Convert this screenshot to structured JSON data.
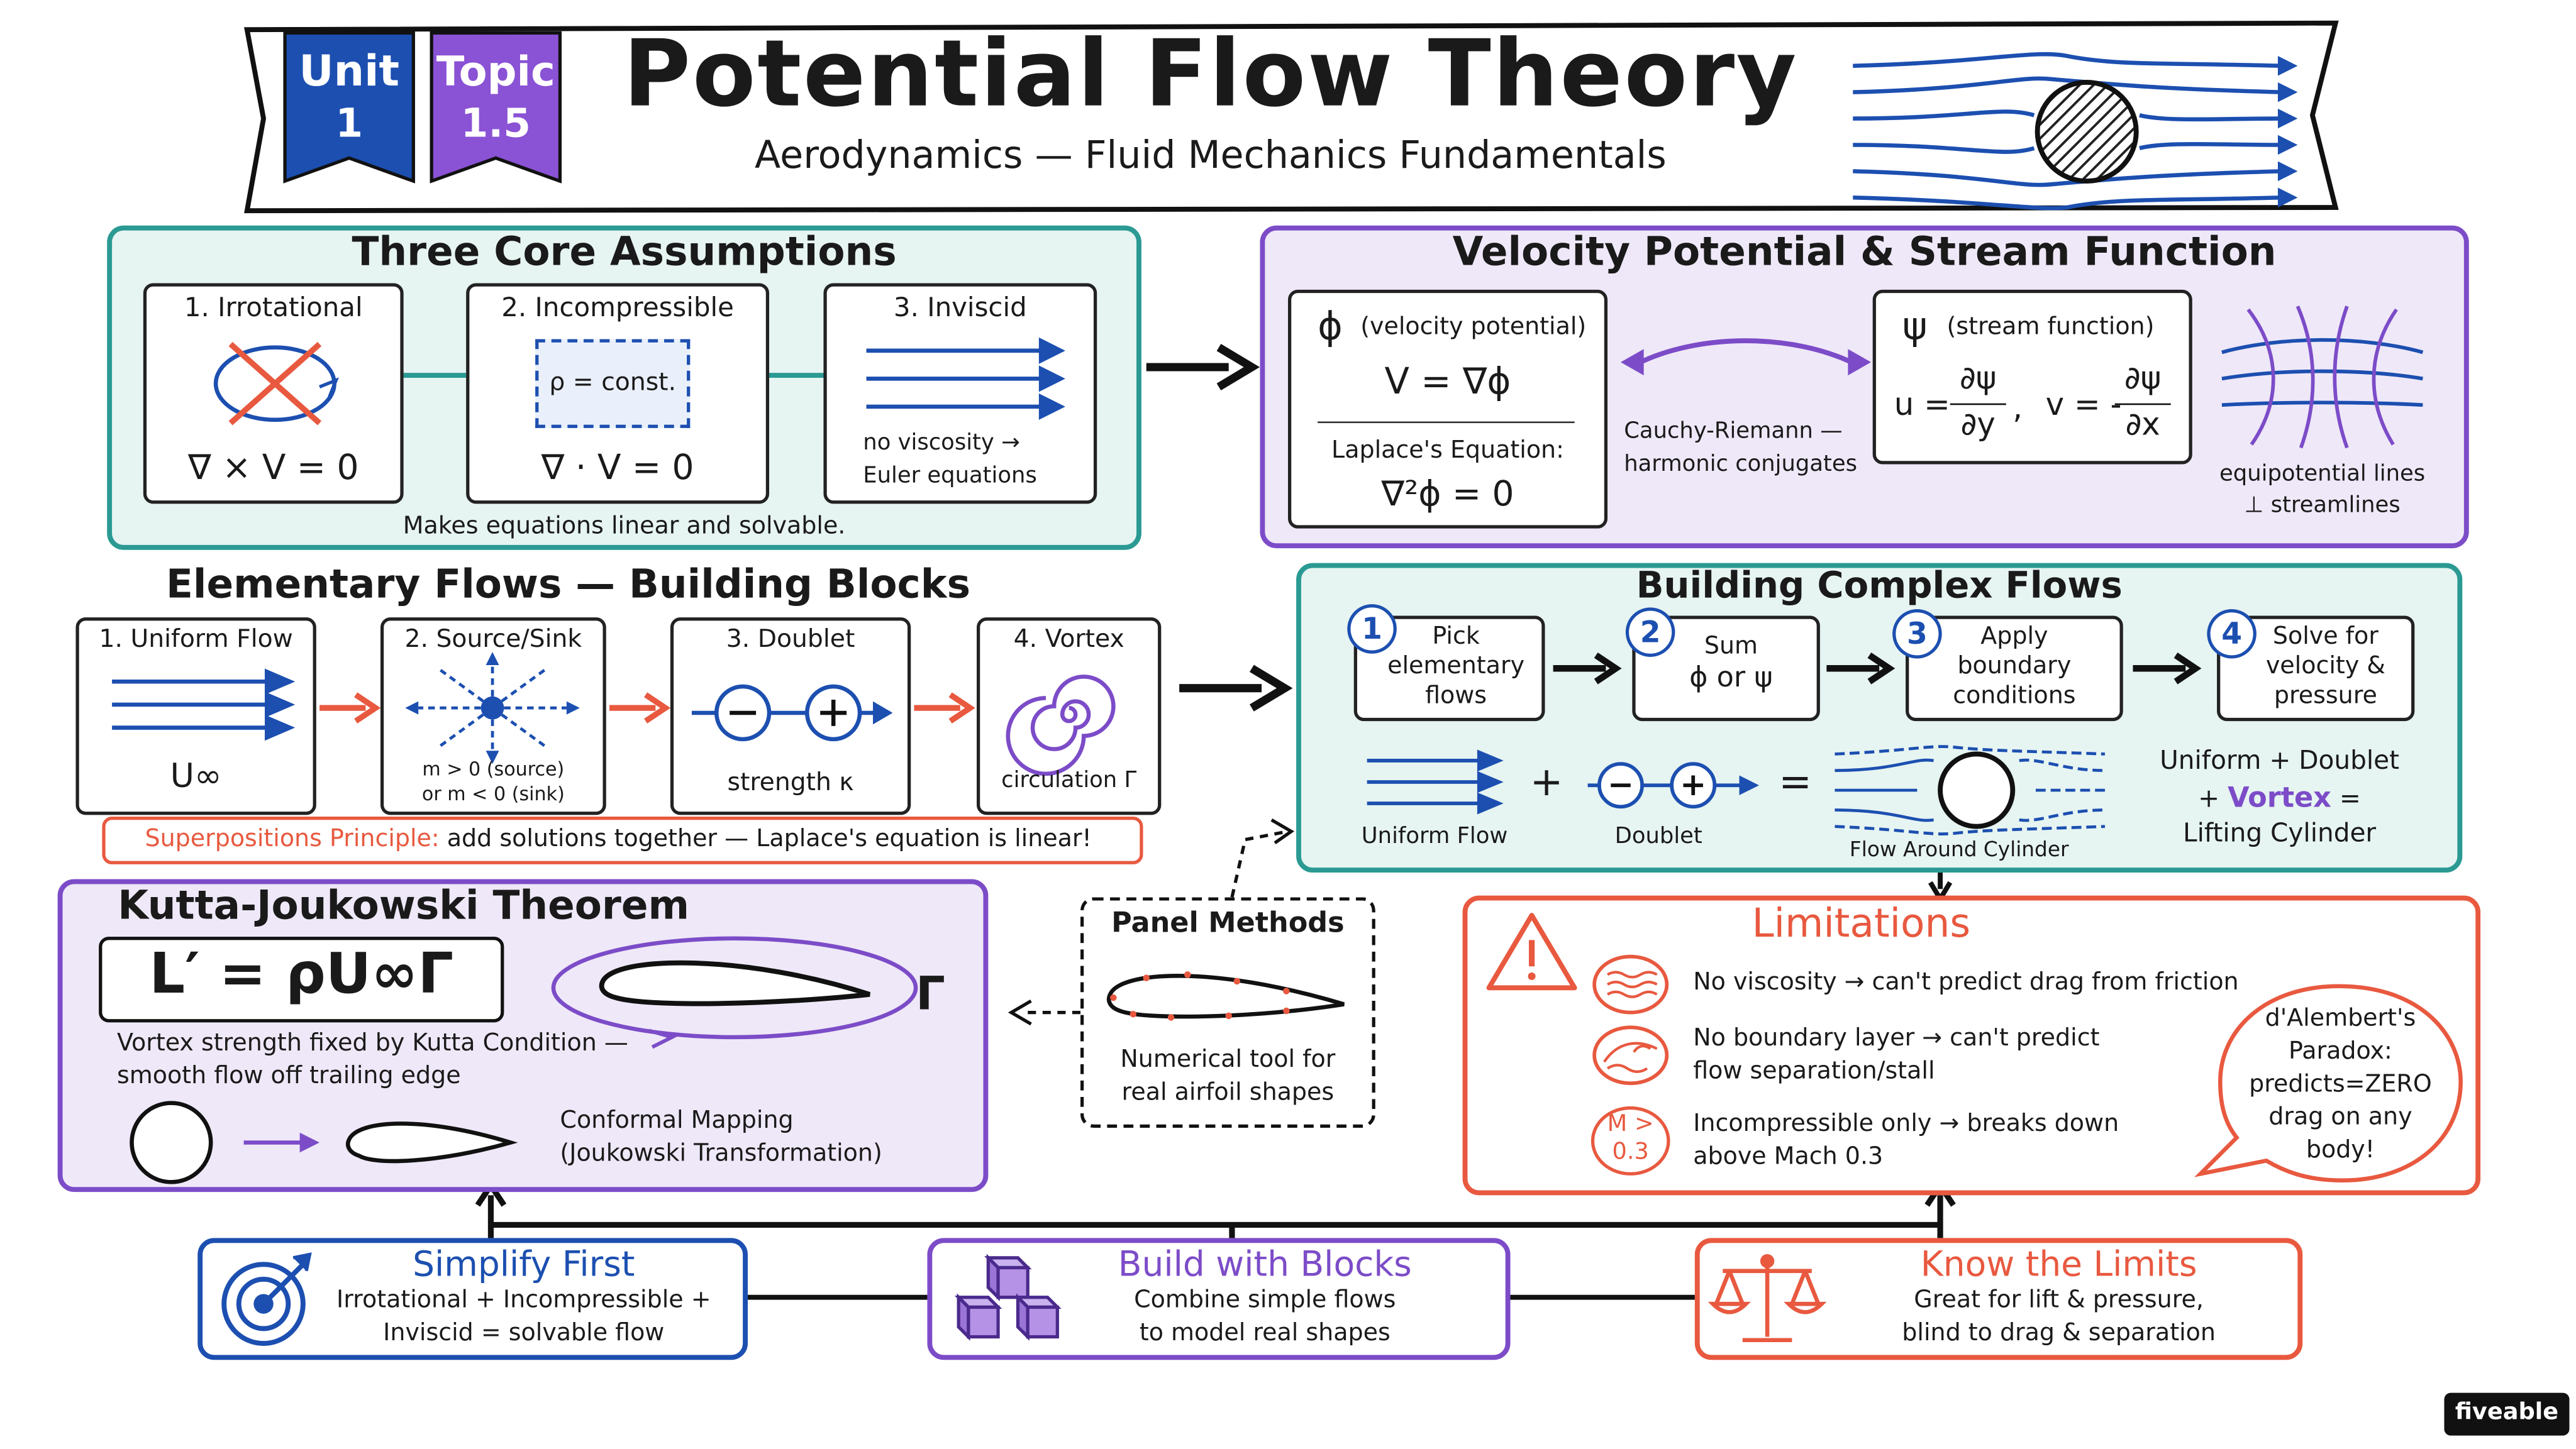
{
  "header": {
    "badge_unit": "Unit",
    "badge_unit_num": "1",
    "badge_topic": "Topic",
    "badge_topic_num": "1.5",
    "title": "Potential Flow Theory",
    "subtitle": "Aerodynamics — Fluid Mechanics Fundamentals"
  },
  "assumptions": {
    "title": "Three Core Assumptions",
    "items": [
      {
        "label": "1. Irrotational",
        "eq": "∇ × V = 0"
      },
      {
        "label": "2. Incompressible",
        "inner": "ρ = const.",
        "eq": "∇ · V = 0"
      },
      {
        "label": "3. Inviscid",
        "line1": "no viscosity →",
        "line2": "Euler equations"
      }
    ],
    "footer": "Makes equations linear and solvable."
  },
  "potential": {
    "title": "Velocity Potential & Stream Function",
    "phi_label": "(velocity potential)",
    "phi_sym": "ϕ",
    "phi_eq": "V = ∇ϕ",
    "laplace_label": "Laplace's Equation:",
    "laplace_eq": "∇²ϕ = 0",
    "cr_line1": "Cauchy-Riemann —",
    "cr_line2": "harmonic conjugates",
    "psi_sym": "ψ",
    "psi_label": "(stream function)",
    "u_eq": "u =",
    "v_eq": "v = -",
    "dpsi": "∂ψ",
    "dy": "∂y",
    "dx": "∂x",
    "comma": ",",
    "lines_line1": "equipotential lines",
    "lines_line2": "⊥ streamlines"
  },
  "elementary": {
    "title": "Elementary Flows — Building Blocks",
    "items": [
      {
        "label": "1. Uniform Flow",
        "caption": "U∞"
      },
      {
        "label": "2. Source/Sink",
        "caption1": "m > 0 (source)",
        "caption2": "or m < 0 (sink)"
      },
      {
        "label": "3. Doublet",
        "caption": "strength κ"
      },
      {
        "label": "4. Vortex",
        "caption": "circulation Γ"
      }
    ],
    "superposition_head": "Superpositions Principle:",
    "superposition_body": "add solutions together — Laplace's equation is linear!"
  },
  "complex": {
    "title": "Building Complex Flows",
    "steps": [
      {
        "num": "1",
        "l1": "Pick",
        "l2": "elementary",
        "l3": "flows"
      },
      {
        "num": "2",
        "l1": "Sum",
        "l2": "ϕ or ψ"
      },
      {
        "num": "3",
        "l1": "Apply",
        "l2": "boundary",
        "l3": "conditions"
      },
      {
        "num": "4",
        "l1": "Solve for",
        "l2": "velocity &",
        "l3": "pressure"
      }
    ],
    "plus": "+",
    "equals": "=",
    "cap_uniform": "Uniform Flow",
    "cap_doublet": "Doublet",
    "cap_cylinder": "Flow Around Cylinder",
    "result_l1": "Uniform + Doublet",
    "result_l2a": "+",
    "result_vortex": "Vortex",
    "result_l2b": "=",
    "result_l3": "Lifting Cylinder"
  },
  "kutta": {
    "title": "Kutta-Joukowski Theorem",
    "eq": "L′ = ρU∞Γ",
    "gamma": "Γ",
    "desc1": "Vortex strength fixed by Kutta Condition —",
    "desc2": "smooth flow off trailing edge",
    "map1": "Conformal Mapping",
    "map2": "(Joukowski Transformation)"
  },
  "panel": {
    "title": "Panel Methods",
    "l1": "Numerical tool for",
    "l2": "real airfoil shapes"
  },
  "limitations": {
    "title": "Limitations",
    "items": [
      {
        "l1": "No viscosity → can't predict drag from friction"
      },
      {
        "l1": "No boundary layer → can't predict",
        "l2": "flow separation/stall"
      },
      {
        "l1": "Incompressible only → breaks down",
        "l2": "above Mach 0.3"
      }
    ],
    "mach_l1": "M >",
    "mach_l2": "0.3",
    "paradox": [
      "d'Alembert's",
      "Paradox:",
      "predicts=ZERO",
      "drag on any",
      "body!"
    ]
  },
  "takeaways": [
    {
      "title": "Simplify First",
      "l1": "Irrotational + Incompressible +",
      "l2": "Inviscid = solvable flow"
    },
    {
      "title": "Build with Blocks",
      "l1": "Combine simple flows",
      "l2": "to model real shapes"
    },
    {
      "title": "Know the Limits",
      "l1": "Great for lift & pressure,",
      "l2": "blind to drag & separation"
    }
  ],
  "brand": "fiveable",
  "colors": {
    "teal": "#2a9a93",
    "purple": "#7c4cc8",
    "orange": "#e8593f",
    "blue": "#1c4fb0"
  }
}
